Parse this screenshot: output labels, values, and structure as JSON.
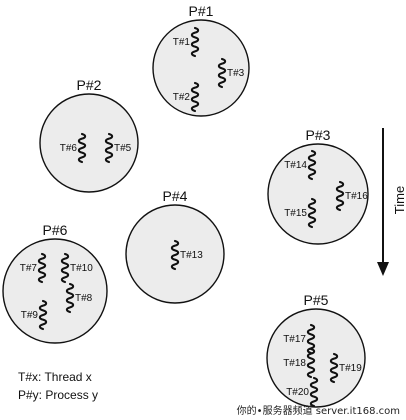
{
  "processes": [
    {
      "label": "P#1",
      "threads": [
        {
          "label": "T#1",
          "side": "left"
        },
        {
          "label": "T#2",
          "side": "left"
        },
        {
          "label": "T#3",
          "side": "right"
        }
      ]
    },
    {
      "label": "P#2",
      "threads": [
        {
          "label": "T#6",
          "side": "left"
        },
        {
          "label": "T#5",
          "side": "right"
        }
      ]
    },
    {
      "label": "P#3",
      "threads": [
        {
          "label": "T#14",
          "side": "left"
        },
        {
          "label": "T#15",
          "side": "left"
        },
        {
          "label": "T#16",
          "side": "right"
        }
      ]
    },
    {
      "label": "P#4",
      "threads": [
        {
          "label": "T#13",
          "side": "right"
        }
      ]
    },
    {
      "label": "P#6",
      "threads": [
        {
          "label": "T#7",
          "side": "left"
        },
        {
          "label": "T#10",
          "side": "right"
        },
        {
          "label": "T#8",
          "side": "right"
        },
        {
          "label": "T#9",
          "side": "left"
        }
      ]
    },
    {
      "label": "P#5",
      "threads": [
        {
          "label": "T#17",
          "side": "left"
        },
        {
          "label": "T#18",
          "side": "left"
        },
        {
          "label": "T#19",
          "side": "right"
        },
        {
          "label": "T#20",
          "side": "left"
        }
      ]
    }
  ],
  "time_label": "Time",
  "legend": {
    "thread": "T#x: Thread x",
    "process": "P#y: Process y"
  },
  "footer": "你的•服务器频道 server.it168.com",
  "colors": {
    "stroke": "#111111",
    "circle_fill": "#ececec"
  }
}
